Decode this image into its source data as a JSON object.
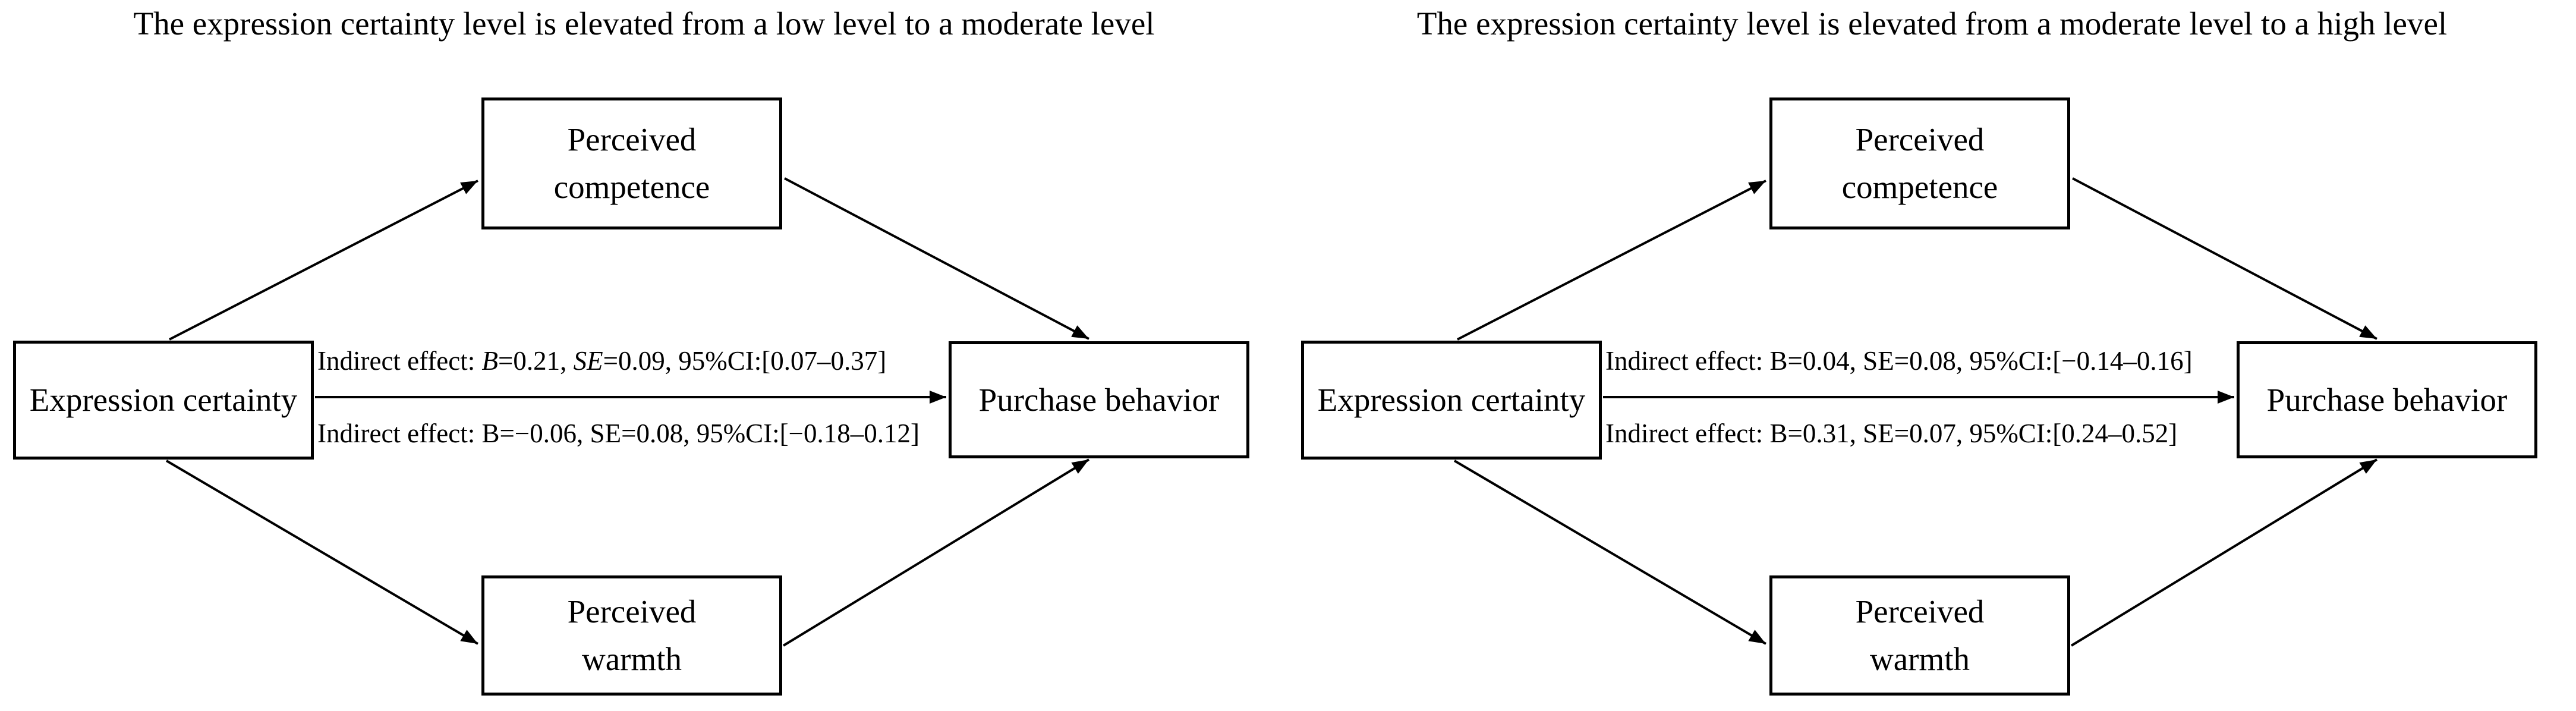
{
  "figure": {
    "background_color": "#ffffff",
    "line_color": "#000000",
    "panels": [
      {
        "id": "low-to-moderate",
        "title": "The expression certainty level is elevated from a low level to a moderate level",
        "boxes": {
          "predictor": "Expression certainty",
          "mediator_top": {
            "lines": [
              "Perceived",
              "competence"
            ]
          },
          "mediator_bottom": {
            "lines": [
              "Perceived",
              "warmth"
            ]
          },
          "outcome": "Purchase behavior"
        },
        "indirect_labels": {
          "via_competence": {
            "prefix": "Indirect effect: ",
            "b_symbol": "B",
            "after_b": "=0.21, ",
            "se_symbol": "SE",
            "after_se": "=0.09, 95%CI:[0.07–0.37]"
          },
          "via_warmth": {
            "prefix": "Indirect effect: ",
            "b_symbol": "B",
            "after_b": "=−0.06, ",
            "se_symbol": "SE",
            "after_se": "=0.08, 95%CI:[−0.18–0.12]"
          }
        }
      },
      {
        "id": "moderate-to-high",
        "title": "The expression certainty level is elevated from a moderate level to a high level",
        "boxes": {
          "predictor": "Expression certainty",
          "mediator_top": {
            "lines": [
              "Perceived",
              "competence"
            ]
          },
          "mediator_bottom": {
            "lines": [
              "Perceived",
              "warmth"
            ]
          },
          "outcome": "Purchase behavior"
        },
        "indirect_labels": {
          "via_competence": {
            "prefix": "Indirect effect: ",
            "b_symbol": "B",
            "after_b": "=0.04, ",
            "se_symbol": "SE",
            "after_se": "=0.08, 95%CI:[−0.14–0.16]"
          },
          "via_warmth": {
            "prefix": "Indirect effect: ",
            "b_symbol": "B",
            "after_b": "=0.31, ",
            "se_symbol": "SE",
            "after_se": "=0.07, 95%CI:[0.24–0.52]"
          }
        }
      }
    ]
  }
}
